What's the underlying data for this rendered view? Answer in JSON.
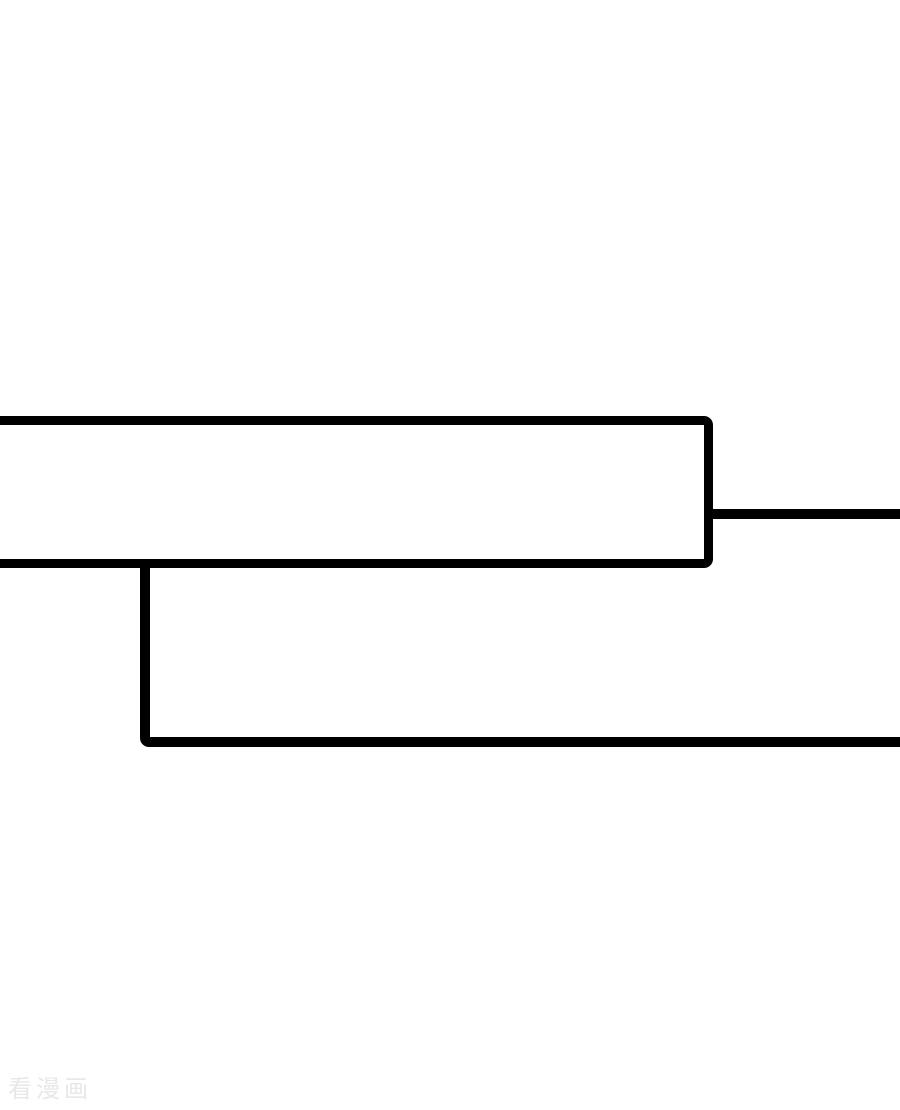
{
  "page": {
    "background_color": "#ffffff",
    "panel_border_color": "#000000",
    "panel_fill_color": "#ffffff"
  },
  "panels": [
    {
      "name": "caption-box",
      "content": ""
    },
    {
      "name": "main-panel",
      "content": ""
    }
  ],
  "watermark": {
    "text": "看漫画",
    "color": "#e8e8e8"
  }
}
